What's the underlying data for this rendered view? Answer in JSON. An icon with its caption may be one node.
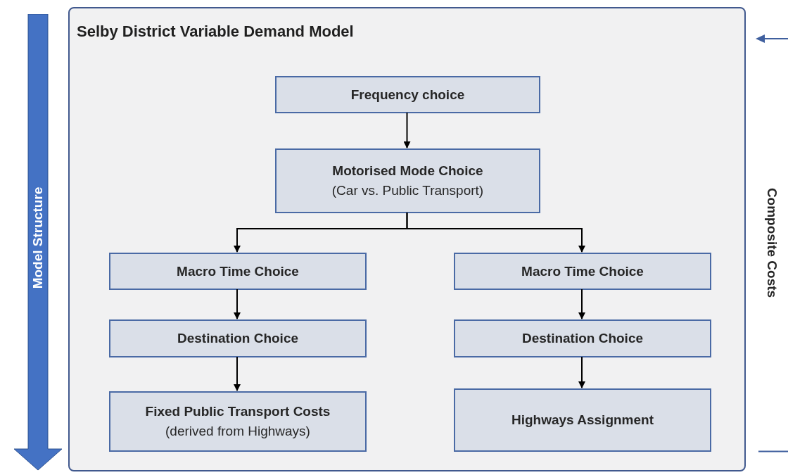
{
  "diagram": {
    "nodes": [
      {
        "text": [
          "Selby District Variable Demand Model"
        ]
      },
      {
        "text": [
          "Frequency choice"
        ],
        "in": 0
      },
      {
        "text": [
          "Motorised Mode Choice",
          "(Car vs. Public Transport)"
        ],
        "in": 0
      },
      {
        "text": [
          "Macro Time Choice"
        ],
        "in": 0
      },
      {
        "text": [
          "Macro Time Choice"
        ],
        "in": 0
      },
      {
        "text": [
          "Destination Choice"
        ],
        "in": 0
      },
      {
        "text": [
          "Destination Choice"
        ],
        "in": 0
      },
      {
        "text": [
          "Fixed Public Transport Costs",
          "(derived from Highways)"
        ],
        "in": 0
      },
      {
        "text": [
          "Highways Assignment"
        ],
        "in": 0
      }
    ],
    "edges": [
      {
        "from": 1,
        "to": 2,
        "arrow": "to"
      },
      {
        "from": 2,
        "to": 3,
        "arrow": "to"
      },
      {
        "from": 2,
        "to": 4,
        "arrow": "to"
      },
      {
        "from": 3,
        "to": 5,
        "arrow": "to"
      },
      {
        "from": 4,
        "to": 6,
        "arrow": "to"
      },
      {
        "from": 5,
        "to": 7,
        "arrow": "to"
      },
      {
        "from": 6,
        "to": 8,
        "arrow": "to"
      }
    ],
    "labels": [
      "Model Structure",
      "Composite Costs"
    ]
  }
}
